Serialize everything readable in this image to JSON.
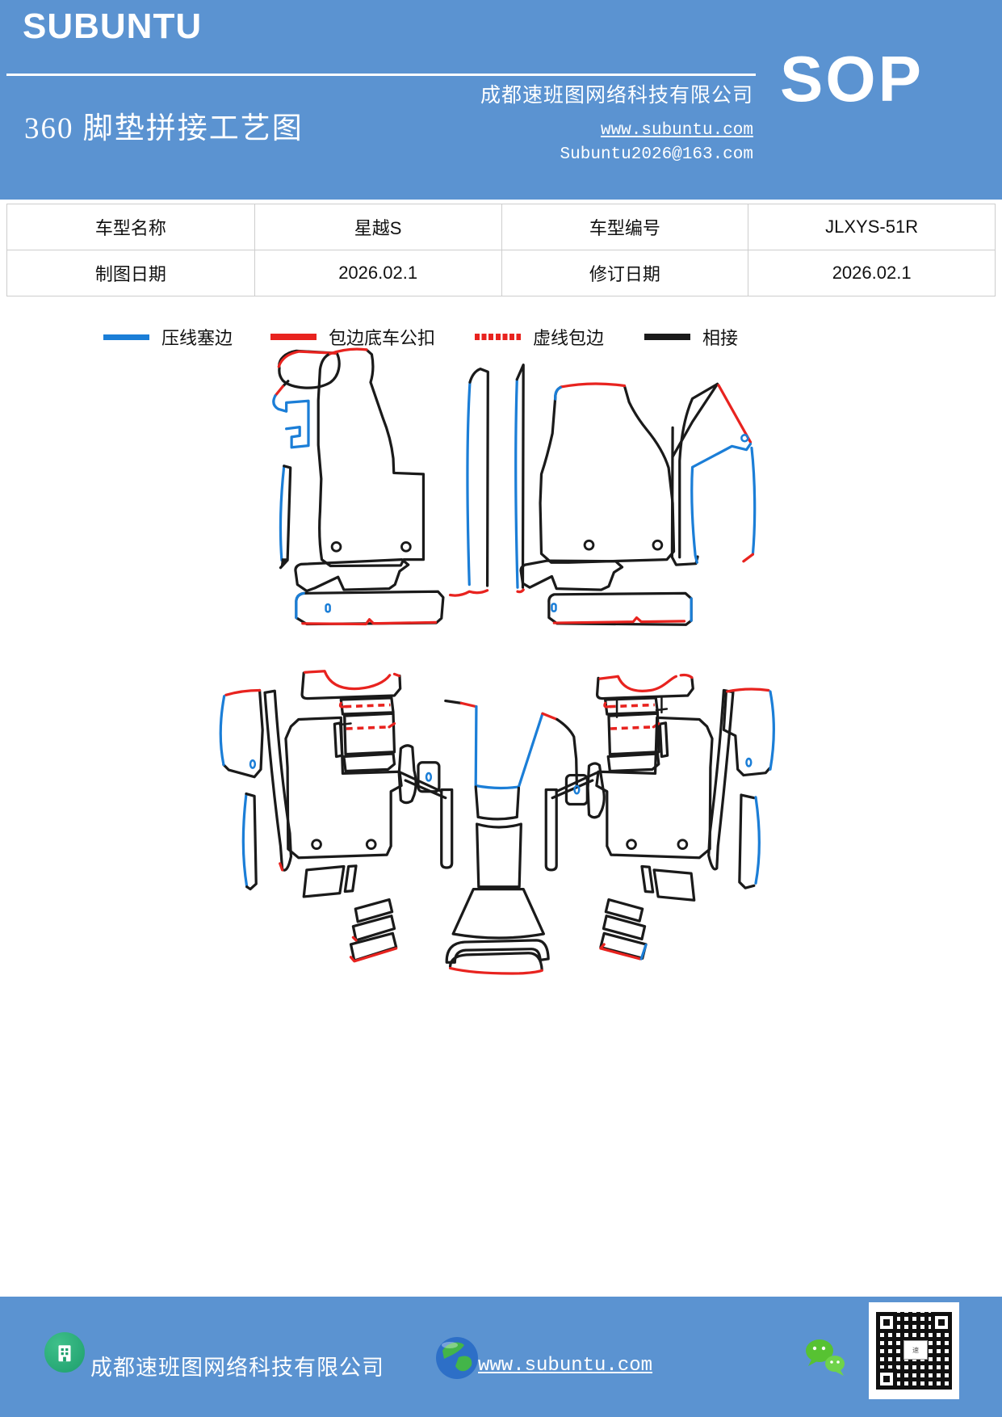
{
  "header": {
    "logo": "SUBUNTU",
    "company": "成都速班图网络科技有限公司",
    "badge": "SOP",
    "title": "360 脚垫拼接工艺图",
    "website": "www.subuntu.com",
    "email": "Subuntu2026@163.com",
    "bg_color": "#5b93d1"
  },
  "info_table": {
    "rows": [
      {
        "c0": "车型名称",
        "c1": "星越S",
        "c2": "车型编号",
        "c3": "JLXYS-51R"
      },
      {
        "c0": "制图日期",
        "c1": "2026.02.1",
        "c2": "修订日期",
        "c3": "2026.02.1"
      }
    ]
  },
  "legend": {
    "items": [
      {
        "label": "压线塞边",
        "color": "#1b7ed7",
        "line_style": "solid"
      },
      {
        "label": "包边底车公扣",
        "color": "#e8231f",
        "line_style": "solid"
      },
      {
        "label": "虚线包边",
        "color": "#e8231f",
        "line_style": "dashed"
      },
      {
        "label": "相接",
        "color": "#1a1a1a",
        "line_style": "solid"
      }
    ]
  },
  "diagram": {
    "groups": [
      {
        "name": "front-row-mats"
      },
      {
        "name": "rear-row-mats"
      }
    ],
    "stroke_colors": {
      "press_line_edge": "#1b7ed7",
      "binding_male_buckle": "#e8231f",
      "dashed_binding": "#e8231f",
      "joint": "#1a1a1a"
    }
  },
  "footer": {
    "company": "成都速班图网络科技有限公司",
    "website": "www.subuntu.com",
    "bg_color": "#5b93d1",
    "icons": [
      "building-icon",
      "globe-icon",
      "wechat-icon",
      "qr-code"
    ]
  }
}
